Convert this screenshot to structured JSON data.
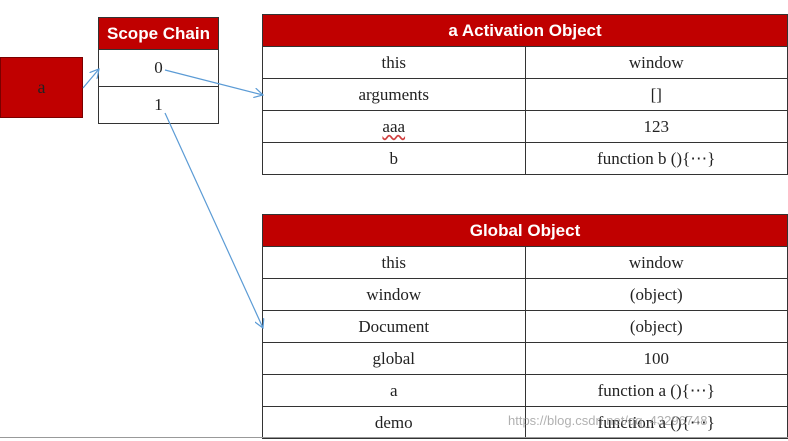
{
  "variable_box": {
    "label": "a"
  },
  "scope_chain": {
    "title": "Scope Chain",
    "items": [
      "0",
      "1"
    ]
  },
  "activation_object": {
    "title": "a Activation  Object",
    "rows": [
      {
        "key": "this",
        "value": "window"
      },
      {
        "key": "arguments",
        "value": "[]"
      },
      {
        "key": "aaa",
        "value": "123"
      },
      {
        "key": "b",
        "value": "function b (){⋯}"
      }
    ]
  },
  "global_object": {
    "title": "Global Object",
    "rows": [
      {
        "key": "this",
        "value": "window"
      },
      {
        "key": "window",
        "value": "(object)"
      },
      {
        "key": "Document",
        "value": "(object)"
      },
      {
        "key": "global",
        "value": "100"
      },
      {
        "key": "a",
        "value": "function a (){⋯}"
      },
      {
        "key": "demo",
        "value": "function a (){⋯}"
      }
    ]
  },
  "watermark": "https://blog.csdn.net/qq_43296748",
  "colors": {
    "header_red": "#c00000",
    "arrow_blue": "#5b9bd5"
  }
}
